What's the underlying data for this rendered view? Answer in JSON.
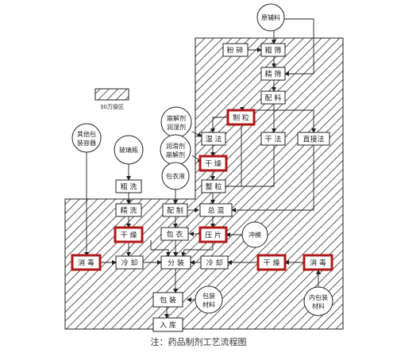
{
  "legend": {
    "label": "30万级区"
  },
  "boxes": {
    "fensui": "粉 碎",
    "cushai": "粗 筛",
    "jingshai": "精 筛",
    "peiliao": "配 料",
    "zhili": "制 粒",
    "shifa": "湿 法",
    "ganfa": "干 法",
    "zhijiefa": "直接法",
    "ganzao_mid": "干 燥",
    "zhengli": "整 粒",
    "cuxi": "粗 洗",
    "jingxi": "精 洗",
    "peizhi": "配 制",
    "zonghun": "总 混",
    "ganzao_left": "干 燥",
    "baoyi": "包 衣",
    "yapian": "压 片",
    "xiaodu_left": "消 毒",
    "lengque_left": "冷 却",
    "fenzhuang": "分 装",
    "lengque_right": "冷 却",
    "ganzao_right": "干 燥",
    "xiaodu_right": "消 毒",
    "baozhuang": "包 装",
    "ruku": "入 库"
  },
  "circles": {
    "yuanfuliao": [
      "原辅料"
    ],
    "bengjieji_run": [
      "崩解剂",
      "润湿剂"
    ],
    "runhuaji": [
      "润滑剂",
      "崩解剂"
    ],
    "baoyiye": [
      "包衣液"
    ],
    "boliping": [
      "玻璃瓶"
    ],
    "qitabao": [
      "其他包",
      "装容器"
    ],
    "chongmo": [
      "冲模"
    ],
    "baozhuangcailiao": [
      "包装",
      "材料"
    ],
    "neibaozhuang": [
      "内包装",
      "材料"
    ]
  },
  "caption": "注：药品制剂工艺流程图",
  "colors": {
    "highlight": "#b01818",
    "line": "#222222"
  }
}
